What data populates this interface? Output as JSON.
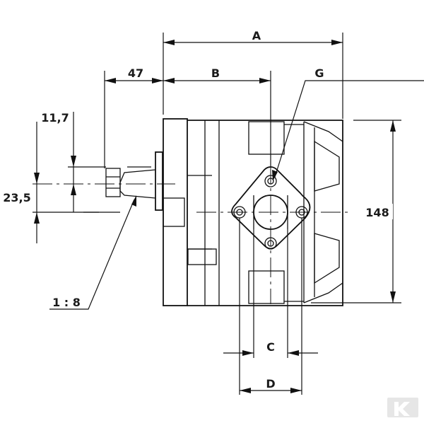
{
  "dimensions": {
    "A": "A",
    "B": "B",
    "G": "G",
    "C": "C",
    "D": "D",
    "d47": "47",
    "d11_7": "11,7",
    "d23_5": "23,5",
    "d148": "148",
    "taper": "1 : 8"
  },
  "watermark": {
    "logo": "K",
    "color": "#e6e6e6"
  }
}
